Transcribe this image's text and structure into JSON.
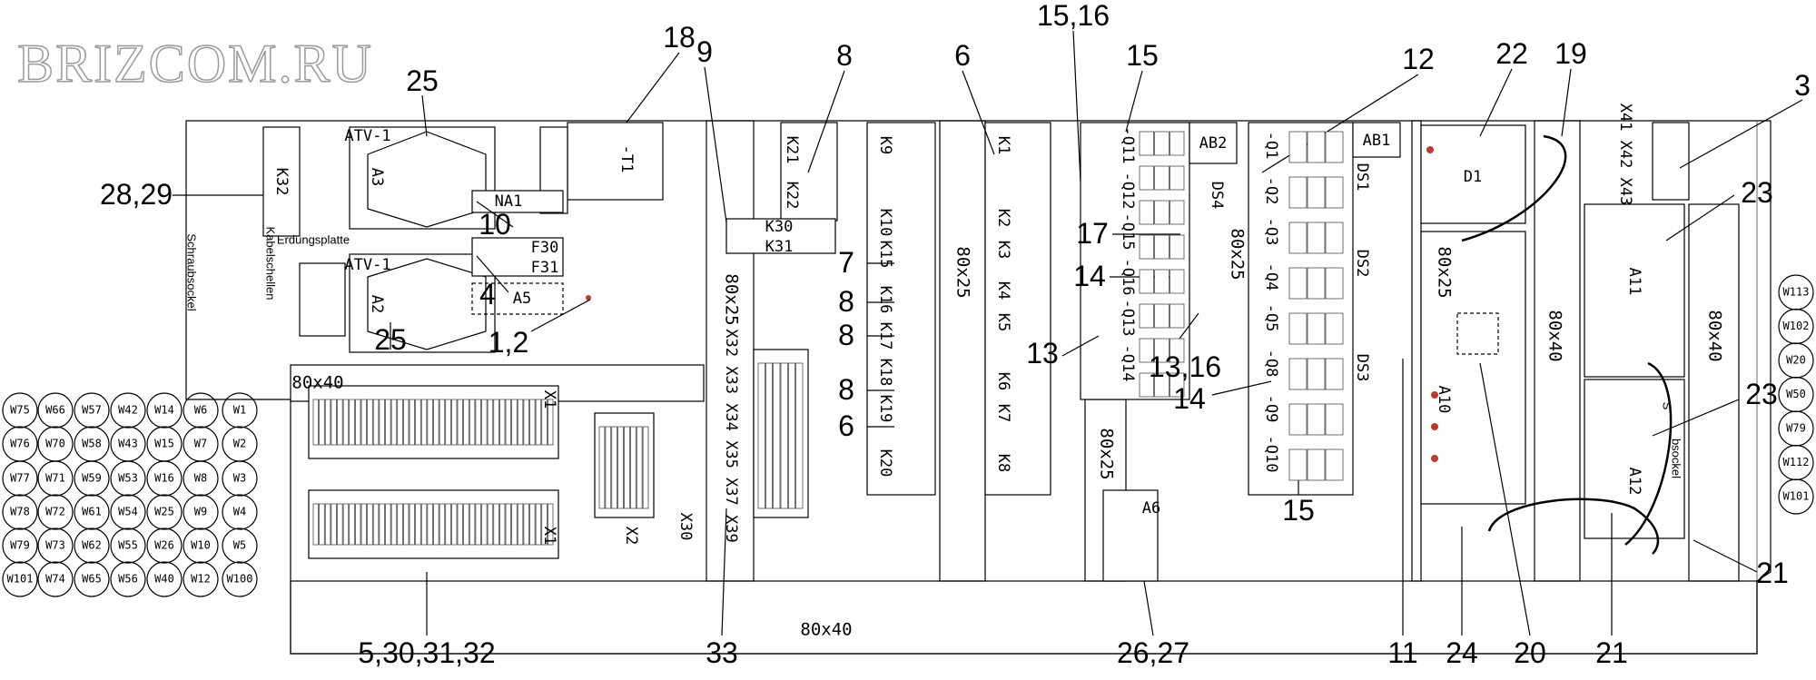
{
  "watermark": "BRIZCOM.RU",
  "callouts": [
    "25",
    "18",
    "9",
    "8",
    "6",
    "15,16",
    "15",
    "12",
    "22",
    "19",
    "3",
    "28,29",
    "10",
    "4",
    "25",
    "1,2",
    "17",
    "14",
    "7",
    "8",
    "8",
    "8",
    "6",
    "13",
    "13,16",
    "14",
    "23",
    "23",
    "21",
    "5,30,31,32",
    "33",
    "26,27",
    "15",
    "11",
    "24",
    "20",
    "21"
  ],
  "duct_labels": [
    "80x40",
    "80x40",
    "80x25",
    "80x25",
    "80x25",
    "80x25",
    "80x25",
    "80x40",
    "80x40"
  ],
  "device_labels": [
    "A3",
    "ATV-1",
    "A2",
    "ATV-1",
    "K32",
    "-T1",
    "NA1",
    "F30",
    "F31",
    "A5",
    "K30",
    "K31",
    "K21",
    "K22",
    "K9",
    "K10",
    "K15",
    "K16",
    "K17",
    "K18",
    "K19",
    "K20",
    "K1",
    "K2",
    "K3",
    "K4",
    "K5",
    "K6",
    "K7",
    "K8",
    "-Q11",
    "-Q12",
    "-Q15",
    "-Q16",
    "-Q13",
    "-Q14",
    "AB2",
    "DS4",
    "-Q1",
    "-Q2",
    "-Q3",
    "-Q4",
    "-Q5",
    "-Q8",
    "-Q9",
    "-Q10",
    "AB1",
    "DS1",
    "DS2",
    "DS3",
    "A6",
    "D1",
    "A10",
    "A11",
    "A12",
    "X41 X42 X43",
    "X1",
    "X1",
    "X2",
    "X30",
    "X32 X33 X34 X35 X37 X39"
  ],
  "text_labels": [
    "Erdungsplatte",
    "Kabelschellen",
    "Schraubsockel",
    "S",
    "bsockel"
  ],
  "wire_grid": [
    [
      "W75",
      "W66",
      "W57",
      "W42",
      "W14",
      "W6",
      "W1"
    ],
    [
      "W76",
      "W70",
      "W58",
      "W43",
      "W15",
      "W7",
      "W2"
    ],
    [
      "W77",
      "W71",
      "W59",
      "W53",
      "W16",
      "W8",
      "W3"
    ],
    [
      "W78",
      "W72",
      "W61",
      "W54",
      "W25",
      "W9",
      "W4"
    ],
    [
      "W79",
      "W73",
      "W62",
      "W55",
      "W26",
      "W10",
      "W5"
    ],
    [
      "W101",
      "W74",
      "W65",
      "W56",
      "W40",
      "W12",
      "W100"
    ]
  ],
  "wire_right": [
    "W113",
    "W102",
    "W20",
    "W50",
    "W79",
    "W112",
    "W101"
  ],
  "colors": {
    "line": "#000000",
    "indicator": "#c0392b",
    "watermark": "#9a9a9a"
  }
}
